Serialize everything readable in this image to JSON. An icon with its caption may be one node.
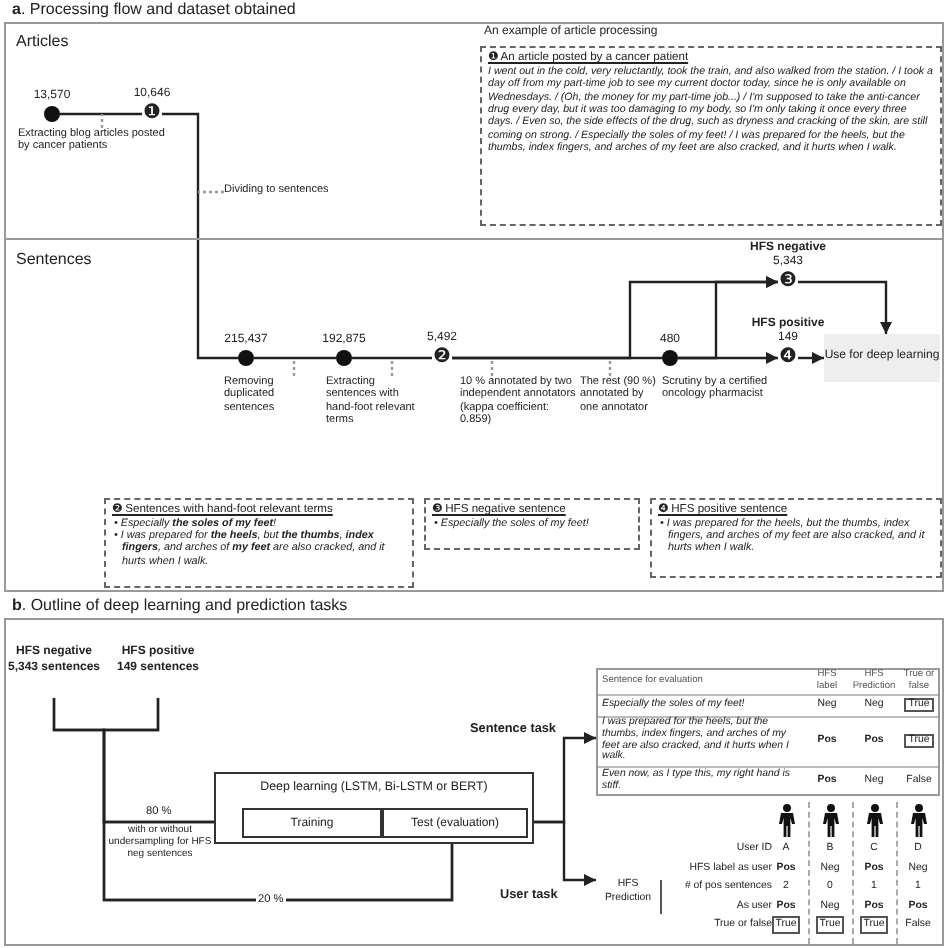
{
  "diagram": {
    "nodes": [
      {
        "text": [
          "**a**. Processing flow and dataset obtained"
        ]
      },
      {
        "text": [
          "Articles"
        ],
        "in": 0
      },
      {
        "text": [
          "13,570"
        ],
        "in": 1
      },
      {
        "text": [
          "10,646",
          "❶"
        ],
        "in": 1
      },
      {
        "text": [
          "Extracting blog articles posted by cancer patients"
        ],
        "in": 1
      },
      {
        "text": [
          "Dividing to sentences"
        ],
        "in": 1
      },
      {
        "text": [
          "An example of article processing",
          "❶ An article posted by a cancer patient",
          "I went out in the cold, very reluctantly, took the train, and also walked from the station. / I took a day off from my part-time job to see my current doctor today, since he is only available on Wednesdays. / (Oh, the money for my part-time job...) / I'm supposed to take the anti-cancer drug every day, but it was too damaging to my body, so I'm only taking it once every three days. / Even so, the side effects of the drug, such as dryness and cracking of the skin, are still coming on strong. / Especially the soles of my feet! / I was prepared for the heels, but the thumbs, index fingers, and arches of my feet are also cracked, and it hurts when I walk."
        ],
        "in": 1
      },
      {
        "text": [
          "Sentences"
        ],
        "in": 0
      },
      {
        "text": [
          "215,437"
        ],
        "in": 7
      },
      {
        "text": [
          "192,875"
        ],
        "in": 7
      },
      {
        "text": [
          "5,492",
          "❷"
        ],
        "in": 7
      },
      {
        "text": [
          "480"
        ],
        "in": 7
      },
      {
        "text": [
          "HFS negative",
          "5,343",
          "❸"
        ],
        "in": 7
      },
      {
        "text": [
          "HFS positive",
          "149",
          "❹"
        ],
        "in": 7
      },
      {
        "text": [
          "Use for deep learning"
        ],
        "in": 7
      },
      {
        "text": [
          "Removing duplicated sentences"
        ],
        "in": 7
      },
      {
        "text": [
          "Extracting sentences with hand-foot relevant terms"
        ],
        "in": 7
      },
      {
        "text": [
          "10 % annotated by two independent annotators (kappa coefficient: 0.859)"
        ],
        "in": 7
      },
      {
        "text": [
          "The rest (90 %) annotated by one annotator"
        ],
        "in": 7
      },
      {
        "text": [
          "❷ Sentences with hand-foot relevant terms",
          "• Especially **the soles of my feet**!",
          "• I was prepared for **the heels**, but **the thumbs**, **index fingers**, and arches of **my feet** are also cracked, and it hurts when I walk."
        ],
        "in": 7
      },
      {
        "text": [
          "❸ HFS negative sentence",
          "• Especially the soles of my feet!"
        ],
        "in": 7
      },
      {
        "text": [
          "❹ HFS positive sentence",
          "• I was prepared for the heels, but the thumbs, index fingers, and arches of my feet are also cracked, and it hurts when I walk."
        ],
        "in": 7
      },
      {
        "text": [
          "**b**. Outline of deep learning and prediction tasks"
        ]
      },
      {
        "text": [
          "HFS negative",
          "5,343 sentences"
        ],
        "in": 22
      },
      {
        "text": [
          "HFS positive",
          "149 sentences"
        ],
        "in": 22
      },
      {
        "text": [
          "Deep learning (LSTM, Bi-LSTM or BERT)"
        ],
        "in": 22
      },
      {
        "text": [
          "Training"
        ],
        "in": 25
      },
      {
        "text": [
          "Test (evaluation)"
        ],
        "in": 25
      },
      {
        "text": [
          "Sentence for evaluation",
          "HFS label",
          "HFS Prediction",
          "True or false",
          "Especially the soles of my feet!",
          "Neg",
          "Neg",
          "True",
          "I was prepared for the heels, but the thumbs, index fingers, and arches of my feet are also cracked, and it hurts when I walk.",
          "Pos",
          "Pos",
          "True",
          "Even now, as I type this, my right hand is stiff.",
          "Pos",
          "Neg",
          "False"
        ],
        "in": 22
      },
      {
        "text": [
          "User ID",
          "A",
          "B",
          "C",
          "D",
          "HFS label as user",
          "Pos",
          "Neg",
          "Pos",
          "Neg",
          "HFS Prediction",
          "# of pos sentences",
          "2",
          "0",
          "1",
          "1",
          "As user",
          "Pos",
          "Neg",
          "Pos",
          "Pos",
          "True or false",
          "True",
          "True",
          "True",
          "False"
        ],
        "in": 22
      }
    ],
    "edges": [
      {
        "from": 2,
        "to": 3,
        "arrow": "none"
      },
      {
        "from": 3,
        "to": 8,
        "arrow": "none"
      },
      {
        "from": 8,
        "to": 9,
        "arrow": "none"
      },
      {
        "from": 9,
        "to": 10,
        "arrow": "none"
      },
      {
        "from": 10,
        "to": 11,
        "arrow": "none"
      },
      {
        "from": 10,
        "to": 12,
        "arrow": "to"
      },
      {
        "from": 11,
        "to": 12,
        "arrow": "to"
      },
      {
        "from": 11,
        "to": 13,
        "arrow": "to"
      },
      {
        "from": 12,
        "to": 14,
        "arrow": "to"
      },
      {
        "from": 13,
        "to": 14,
        "arrow": "to"
      },
      {
        "from": 4,
        "to": null,
        "arrow": "none",
        "style": "dashed",
        "color": "#999999"
      },
      {
        "from": 5,
        "to": null,
        "arrow": "none",
        "style": "dashed",
        "color": "#999999"
      },
      {
        "from": 15,
        "to": null,
        "arrow": "none",
        "style": "dashed",
        "color": "#999999"
      },
      {
        "from": 16,
        "to": null,
        "arrow": "none",
        "style": "dashed",
        "color": "#999999"
      },
      {
        "from": 17,
        "to": null,
        "arrow": "none",
        "style": "dashed",
        "color": "#999999"
      },
      {
        "from": 18,
        "to": null,
        "arrow": "none",
        "style": "dashed",
        "color": "#999999"
      },
      {
        "from": 23,
        "to": 26,
        "arrow": "to",
        "label": "80 %"
      },
      {
        "from": 24,
        "to": 26,
        "arrow": "to"
      },
      {
        "from": 23,
        "to": 27,
        "arrow": "none",
        "label": "20 %"
      },
      {
        "from": 24,
        "to": 27,
        "arrow": "none"
      },
      {
        "from": 27,
        "to": 28,
        "arrow": "to",
        "label": "Sentence task"
      },
      {
        "from": 27,
        "to": 29,
        "arrow": "to",
        "label": "User task"
      }
    ],
    "labels": [
      "Scrutiny by a certified oncology pharmacist",
      "with or without undersampling for HFS neg sentences"
    ]
  }
}
